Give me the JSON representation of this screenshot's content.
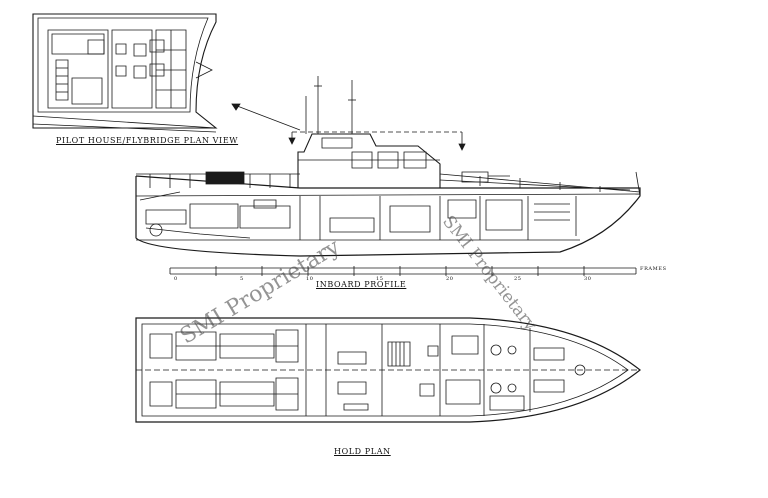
{
  "labels": {
    "pilot_house": "PILOT HOUSE/FLYBRIDGE PLAN VIEW",
    "inboard_profile": "INBOARD PROFILE",
    "hold_plan": "HOLD PLAN"
  },
  "watermarks": {
    "primary": "SMI Proprietary",
    "secondary": "SMI Proprietary"
  },
  "frame_scale": {
    "end_label": "FRAMES",
    "ticks": [
      "0",
      "5",
      "10",
      "15",
      "20",
      "25",
      "30"
    ]
  },
  "colors": {
    "line": "#1a1a1a",
    "watermark": "#4a4a4a",
    "background": "#ffffff"
  }
}
